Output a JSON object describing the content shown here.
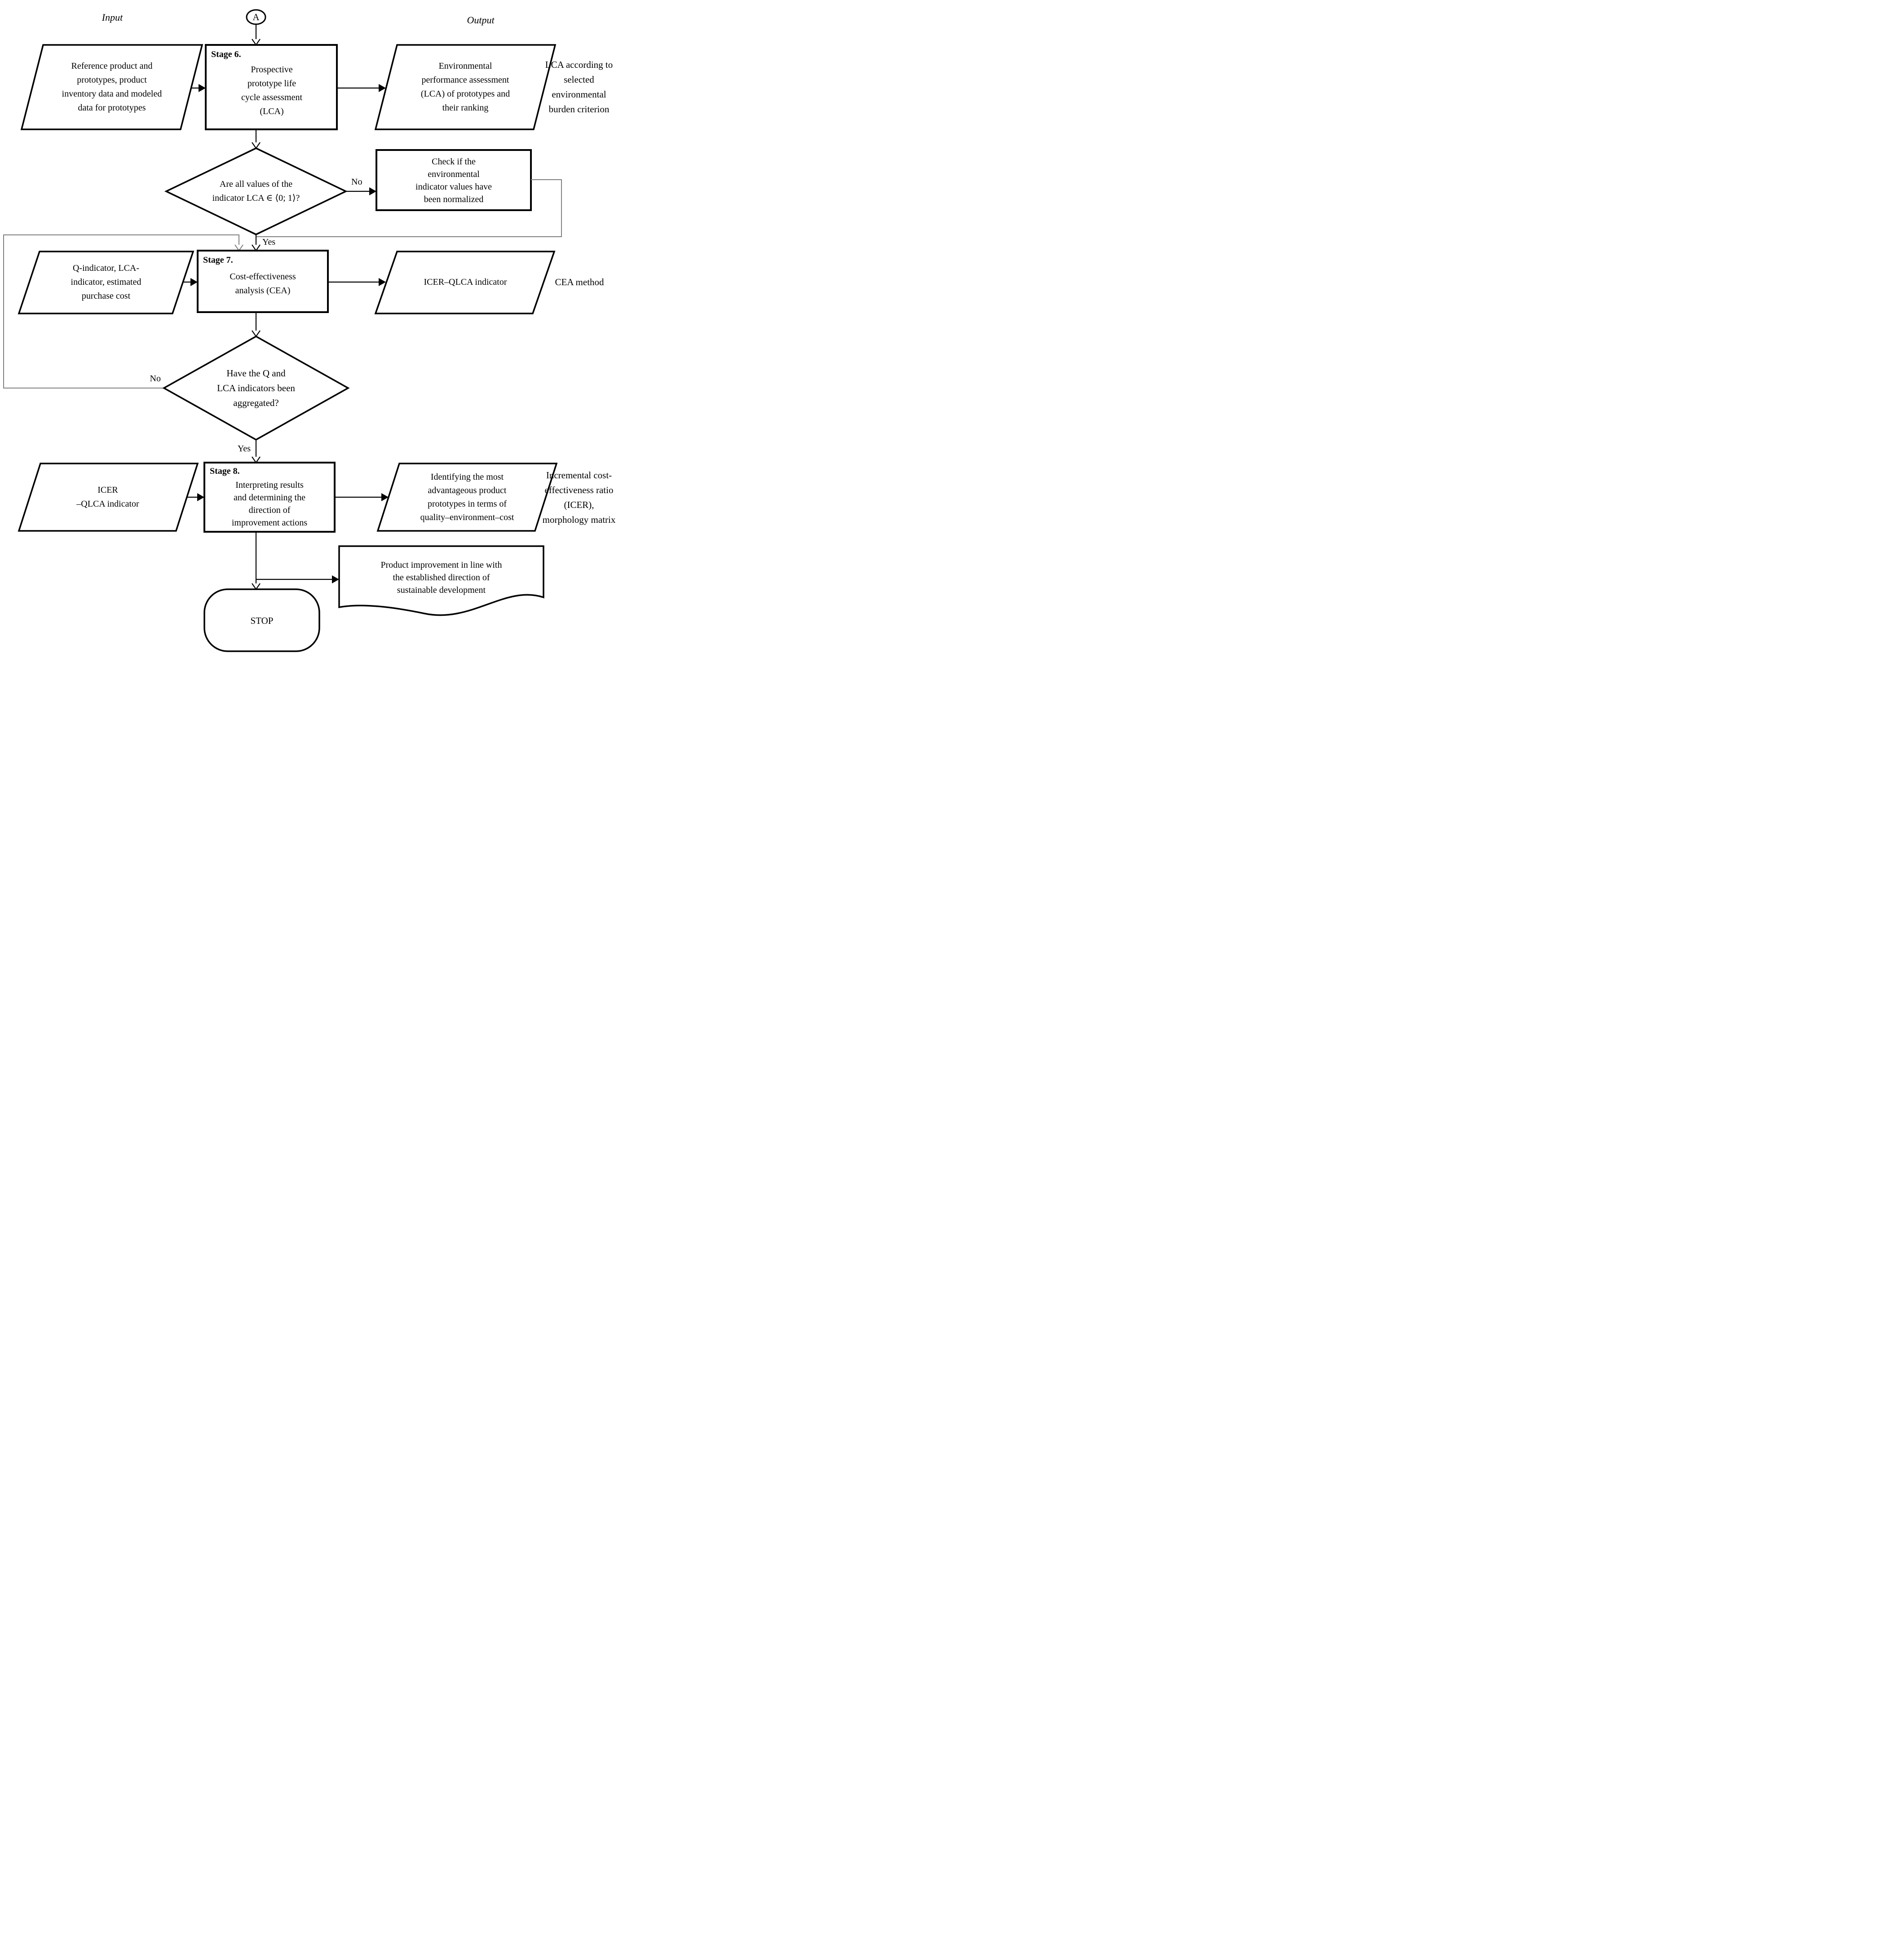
{
  "labels": {
    "input": "Input",
    "output": "Output",
    "connector": "A"
  },
  "row1": {
    "input_parallelogram": {
      "lines": [
        "Reference product and",
        "prototypes, product",
        "inventory data and modeled",
        "data for prototypes"
      ]
    },
    "stage6": {
      "title": "Stage 6.",
      "lines": [
        "Prospective",
        "prototype life",
        "cycle assessment",
        "(LCA)"
      ]
    },
    "output_parallelogram": {
      "lines": [
        "Environmental",
        "performance assessment",
        "(LCA) of prototypes and",
        "their ranking"
      ]
    },
    "note": {
      "lines": [
        "LCA according to",
        "selected",
        "environmental",
        "burden criterion"
      ]
    }
  },
  "decision1": {
    "lines": [
      "Are all values of the",
      "indicator LCA  ∈ ⟨0; 1⟩?"
    ],
    "no": "No",
    "yes": "Yes"
  },
  "check_box": {
    "lines": [
      "Check if the",
      "environmental",
      "indicator values have",
      "been normalized"
    ]
  },
  "row2": {
    "input_parallelogram": {
      "lines": [
        "Q-indicator, LCA-",
        "indicator, estimated",
        "purchase cost"
      ]
    },
    "stage7": {
      "title": "Stage 7.",
      "lines": [
        "Cost-effectiveness",
        "analysis (CEA)"
      ]
    },
    "output_parallelogram": {
      "lines": [
        "ICER–QLCA indicator"
      ]
    },
    "note": {
      "lines": [
        "CEA method"
      ]
    }
  },
  "decision2": {
    "lines": [
      "Have the Q and",
      "LCA indicators been",
      "aggregated?"
    ],
    "no": "No",
    "yes": "Yes"
  },
  "row3": {
    "input_parallelogram": {
      "lines": [
        "ICER",
        "–QLCA indicator"
      ]
    },
    "stage8": {
      "title": "Stage 8.",
      "lines": [
        "Interpreting results",
        "and determining the",
        "direction of",
        "improvement actions"
      ]
    },
    "output_parallelogram": {
      "lines": [
        "Identifying the most",
        "advantageous product",
        "prototypes in terms of",
        "quality–environment–cost"
      ]
    },
    "note": {
      "lines": [
        "Incremental cost-",
        "effectiveness ratio",
        "(ICER),",
        "morphology matrix"
      ]
    }
  },
  "document_node": {
    "lines": [
      "Product improvement in line with",
      "the established direction of",
      "sustainable development"
    ]
  },
  "stop": {
    "label": "STOP"
  },
  "colors": {
    "line": "#000000",
    "loop": "#808080",
    "background": "#ffffff"
  }
}
